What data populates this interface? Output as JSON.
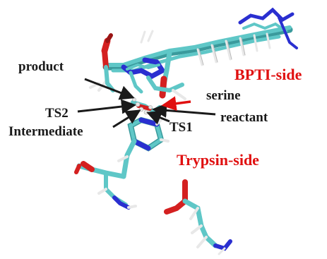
{
  "labels": {
    "product": "product",
    "ts2": "TS2",
    "intermediate": "Intermediate",
    "ts1": "TS1",
    "bpti_side": "BPTI-side",
    "serine": "serine",
    "reactant": "reactant",
    "trypsin_side": "Trypsin-side"
  },
  "colors": {
    "carbon": "#5fc7c7",
    "carbon_dark": "#3a9a9c",
    "nitrogen": "#2a2fd0",
    "oxygen": "#d42020",
    "hydrogen": "#e8e8e8",
    "label_black": "#1a1a1a",
    "label_red": "#e01010",
    "arrow_black": "#1a1a1a",
    "arrow_red": "#e01010"
  }
}
